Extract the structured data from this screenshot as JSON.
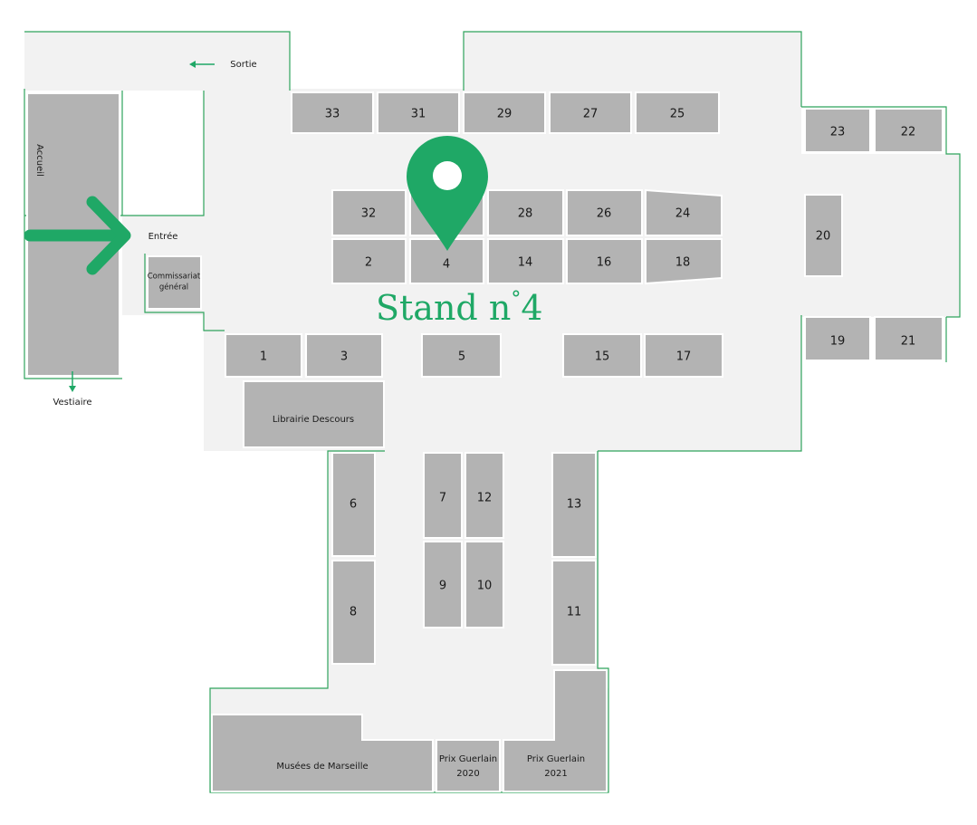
{
  "labels": {
    "sortie": "Sortie",
    "entree": "Entrée",
    "accueil": "Accueil",
    "vestiaire": "Vestiaire",
    "commissariat_1": "Commissariat",
    "commissariat_2": "général",
    "librairie": "Librairie Descours",
    "musees": "Musées de Marseille",
    "prix2020_1": "Prix Guerlain",
    "prix2020_2": "2020",
    "prix2021_1": "Prix Guerlain",
    "prix2021_2": "2021"
  },
  "stands": {
    "s1": "1",
    "s2": "2",
    "s3": "3",
    "s4": "4",
    "s5": "5",
    "s6": "6",
    "s7": "7",
    "s8": "8",
    "s9": "9",
    "s10": "10",
    "s11": "11",
    "s12": "12",
    "s13": "13",
    "s14": "14",
    "s15": "15",
    "s16": "16",
    "s17": "17",
    "s18": "18",
    "s19": "19",
    "s20": "20",
    "s21": "21",
    "s22": "22",
    "s23": "23",
    "s24": "24",
    "s25": "25",
    "s26": "26",
    "s27": "27",
    "s28": "28",
    "s29": "29",
    "s31": "31",
    "s32": "32",
    "s33": "33"
  },
  "highlight": {
    "stand_text": "Stand n",
    "degree": "°",
    "number": "4",
    "color": "#1fa866"
  },
  "colors": {
    "stand_fill": "#b3b3b3",
    "floor_fill": "#f2f2f2",
    "wall_stroke": "#2fa35c",
    "accent": "#1fa866"
  }
}
